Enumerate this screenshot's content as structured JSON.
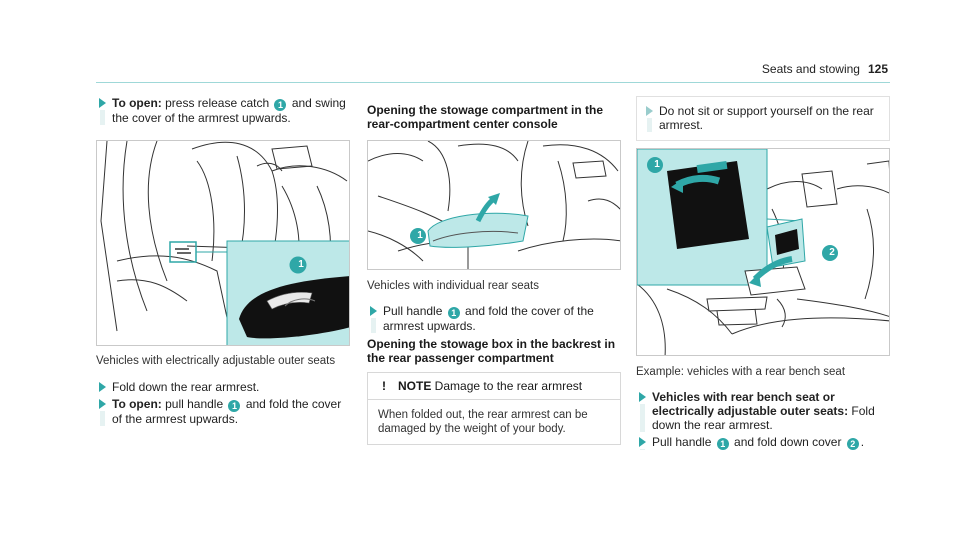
{
  "header": {
    "section_title": "Seats and stowing",
    "page_number": "125",
    "rule_color": "#9fd8d8"
  },
  "accent_color": "#2fa7a7",
  "column1": {
    "step1": {
      "label": "To open:",
      "text_a": " press release catch ",
      "badge": "1",
      "text_b": " and swing the cover of the armrest upwards."
    },
    "figure_caption": "Vehicles with electrically adjustable outer seats",
    "step2": {
      "text": "Fold down the rear armrest."
    },
    "step3": {
      "label": "To open:",
      "text_a": " pull handle ",
      "badge": "1",
      "text_b": " and fold the cover of the armrest upwards."
    },
    "figure_badge": "1"
  },
  "column2": {
    "heading1": "Opening the stowage compartment in the rear-compartment center console",
    "figure_badge": "1",
    "figure_caption": "Vehicles with individual rear seats",
    "step1": {
      "text_a": "Pull handle ",
      "badge": "1",
      "text_b": " and fold the cover of the armrest upwards."
    },
    "heading2": "Opening the stowage box in the backrest in the rear passenger compartment",
    "note": {
      "icon": "!",
      "label": "NOTE",
      "title": " Damage to the rear armrest",
      "body": "When folded out, the rear armrest can be damaged by the weight of your body."
    }
  },
  "column3": {
    "warning_step": {
      "text": "Do not sit or support yourself on the rear armrest."
    },
    "figure_badges": [
      "1",
      "2"
    ],
    "figure_caption": "Example: vehicles with a rear bench seat",
    "step1": {
      "label": "Vehicles with rear bench seat or electrically adjustable outer seats:",
      "text": " Fold down the rear armrest."
    },
    "step2": {
      "text_a": "Pull handle ",
      "badge1": "1",
      "text_b": " and fold down cover ",
      "badge2": "2",
      "text_c": "."
    }
  }
}
